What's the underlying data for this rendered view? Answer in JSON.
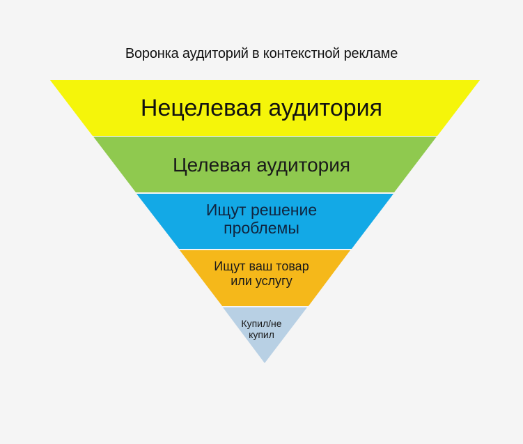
{
  "title": "Воронка аудиторий в контекстной рекламе",
  "funnel": {
    "levels": [
      {
        "lines": [
          "Нецелевая аудитория"
        ],
        "color": "#f5f50a"
      },
      {
        "lines": [
          "Целевая аудитория"
        ],
        "color": "#8fc94f"
      },
      {
        "lines": [
          "Ищут решение",
          "проблемы"
        ],
        "color": "#13a9e6"
      },
      {
        "lines": [
          "Ищут ваш товар",
          "или услугу"
        ],
        "color": "#f5b81a"
      },
      {
        "lines": [
          "Купил/не",
          "купил"
        ],
        "color": "#b8d0e4"
      }
    ]
  }
}
